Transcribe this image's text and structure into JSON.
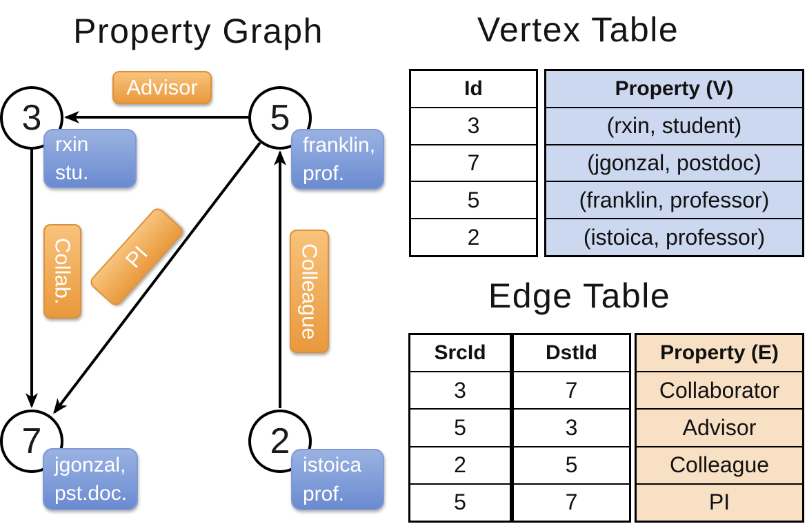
{
  "graph": {
    "title": "Property Graph",
    "nodes": [
      {
        "id": "3",
        "property": [
          "rxin",
          "stu."
        ]
      },
      {
        "id": "5",
        "property": [
          "franklin,",
          "prof."
        ]
      },
      {
        "id": "7",
        "property": [
          "jgonzal,",
          "pst.doc."
        ]
      },
      {
        "id": "2",
        "property": [
          "istoica",
          "prof."
        ]
      }
    ],
    "edge_labels": [
      "Advisor",
      "Collab.",
      "PI",
      "Colleague"
    ],
    "edges": [
      {
        "src": "5",
        "dst": "3",
        "label": "Advisor"
      },
      {
        "src": "3",
        "dst": "7",
        "label": "Collab."
      },
      {
        "src": "5",
        "dst": "7",
        "label": "PI"
      },
      {
        "src": "2",
        "dst": "5",
        "label": "Colleague"
      }
    ]
  },
  "vertex_table": {
    "title": "Vertex Table",
    "columns": [
      "Id",
      "Property (V)"
    ],
    "rows": [
      [
        "3",
        "(rxin, student)"
      ],
      [
        "7",
        "(jgonzal, postdoc)"
      ],
      [
        "5",
        "(franklin, professor)"
      ],
      [
        "2",
        "(istoica, professor)"
      ]
    ]
  },
  "edge_table": {
    "title": "Edge Table",
    "columns": [
      "SrcId",
      "DstId",
      "Property (E)"
    ],
    "rows": [
      [
        "3",
        "7",
        "Collaborator"
      ],
      [
        "5",
        "3",
        "Advisor"
      ],
      [
        "2",
        "5",
        "Colleague"
      ],
      [
        "5",
        "7",
        "PI"
      ]
    ]
  },
  "colors": {
    "edge_label_fill": "#f2a94f",
    "vertex_label_fill": "#7e9bd8",
    "vertex_table_fill": "#ccd8f0",
    "edge_table_fill": "#f7e0c4",
    "line": "#000000",
    "label_text": "#ffffff"
  }
}
